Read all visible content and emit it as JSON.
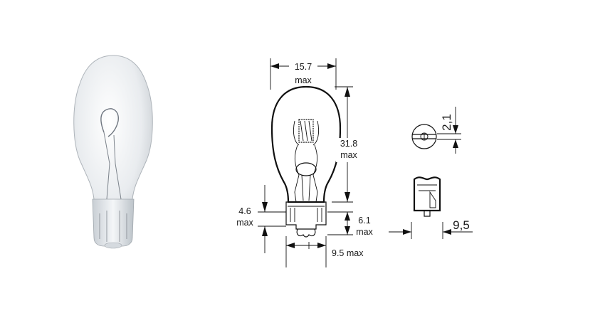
{
  "figure": {
    "photo_alt": "W16W wedge base bulb photo",
    "labels": {
      "width_value": "15.7",
      "width_unit": "max",
      "height_value": "31.8",
      "height_unit": "max",
      "base_left_value": "4.6",
      "base_left_unit": "max",
      "base_right_value": "6.1",
      "base_right_unit": "max",
      "base_width_value": "9.5 max",
      "side_top_value": "2,1",
      "side_bottom_value": "9,5"
    }
  }
}
